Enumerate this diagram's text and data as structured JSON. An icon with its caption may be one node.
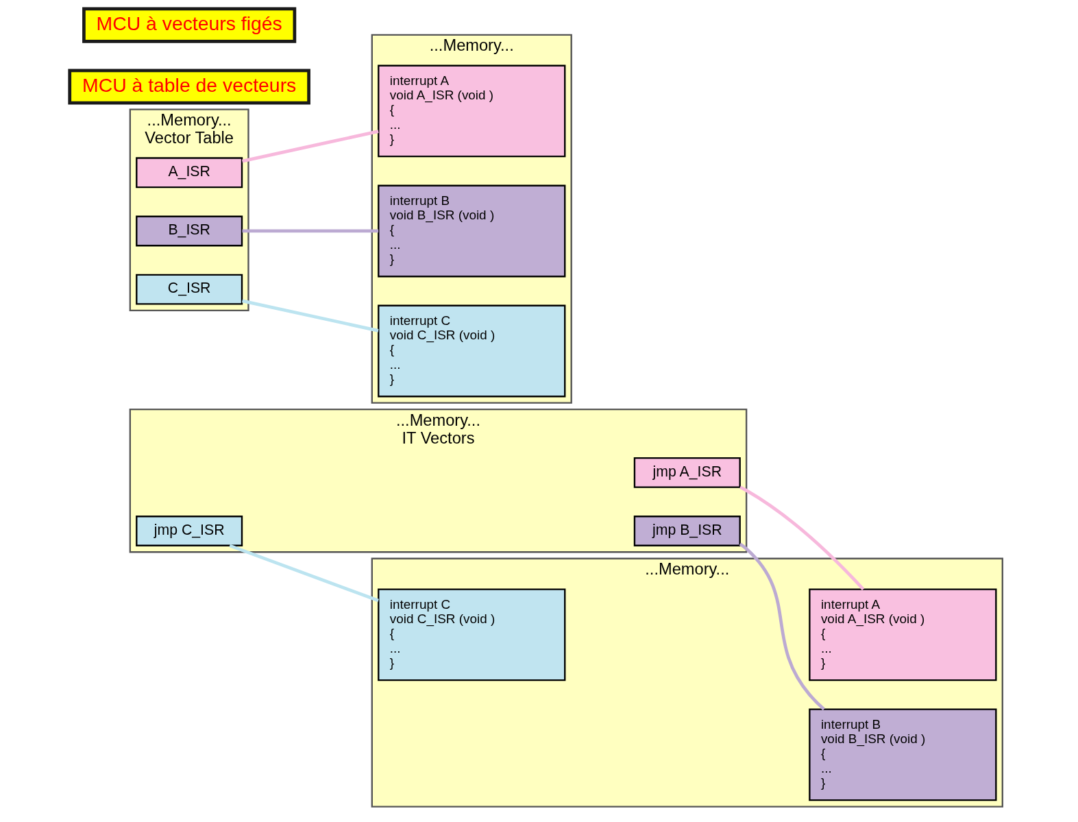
{
  "diagram": {
    "nodes": [
      {
        "text": [
          "...Memory...",
          "Vector Table"
        ]
      },
      {
        "text": [
          "A_ISR"
        ],
        "in": 0
      },
      {
        "text": [
          "B_ISR"
        ],
        "in": 0
      },
      {
        "text": [
          "C_ISR"
        ],
        "in": 0
      },
      {
        "text": [
          "...Memory..."
        ]
      },
      {
        "text": [
          "interrupt A",
          "void A_ISR (void )",
          "{",
          "...",
          "}"
        ],
        "in": 4
      },
      {
        "text": [
          "interrupt B",
          "void B_ISR (void )",
          "{",
          "...",
          "}"
        ],
        "in": 4
      },
      {
        "text": [
          "interrupt C",
          "void C_ISR (void )",
          "{",
          "...",
          "}"
        ],
        "in": 4
      },
      {
        "text": [
          "MCU à table de vecteurs"
        ]
      },
      {
        "text": [
          "...Memory...",
          "IT Vectors"
        ]
      },
      {
        "text": [
          "jmp A_ISR"
        ],
        "in": 9
      },
      {
        "text": [
          "jmp B_ISR"
        ],
        "in": 9
      },
      {
        "text": [
          "jmp C_ISR"
        ],
        "in": 9
      },
      {
        "text": [
          "...Memory..."
        ]
      },
      {
        "text": [
          "interrupt A",
          "void A_ISR (void )",
          "{",
          "...",
          "}"
        ],
        "in": 13
      },
      {
        "text": [
          "interrupt B",
          "void B_ISR (void )",
          "{",
          "...",
          "}"
        ],
        "in": 13
      },
      {
        "text": [
          "interrupt C",
          "void C_ISR (void )",
          "{",
          "...",
          "}"
        ],
        "in": 13
      },
      {
        "text": [
          "MCU à vecteurs figés"
        ]
      }
    ],
    "edges": [
      {
        "from": 1,
        "to": 5,
        "arrow": "none",
        "color": "#f7b8dc"
      },
      {
        "from": 2,
        "to": 6,
        "arrow": "none",
        "color": "#bcaad2"
      },
      {
        "from": 3,
        "to": 7,
        "arrow": "none",
        "color": "#bce4f0"
      },
      {
        "from": 10,
        "to": 14,
        "arrow": "none",
        "color": "#f7b8dc"
      },
      {
        "from": 11,
        "to": 15,
        "arrow": "none",
        "color": "#bcaad2"
      },
      {
        "from": 12,
        "to": 16,
        "arrow": "none",
        "color": "#bce4f0"
      }
    ]
  }
}
